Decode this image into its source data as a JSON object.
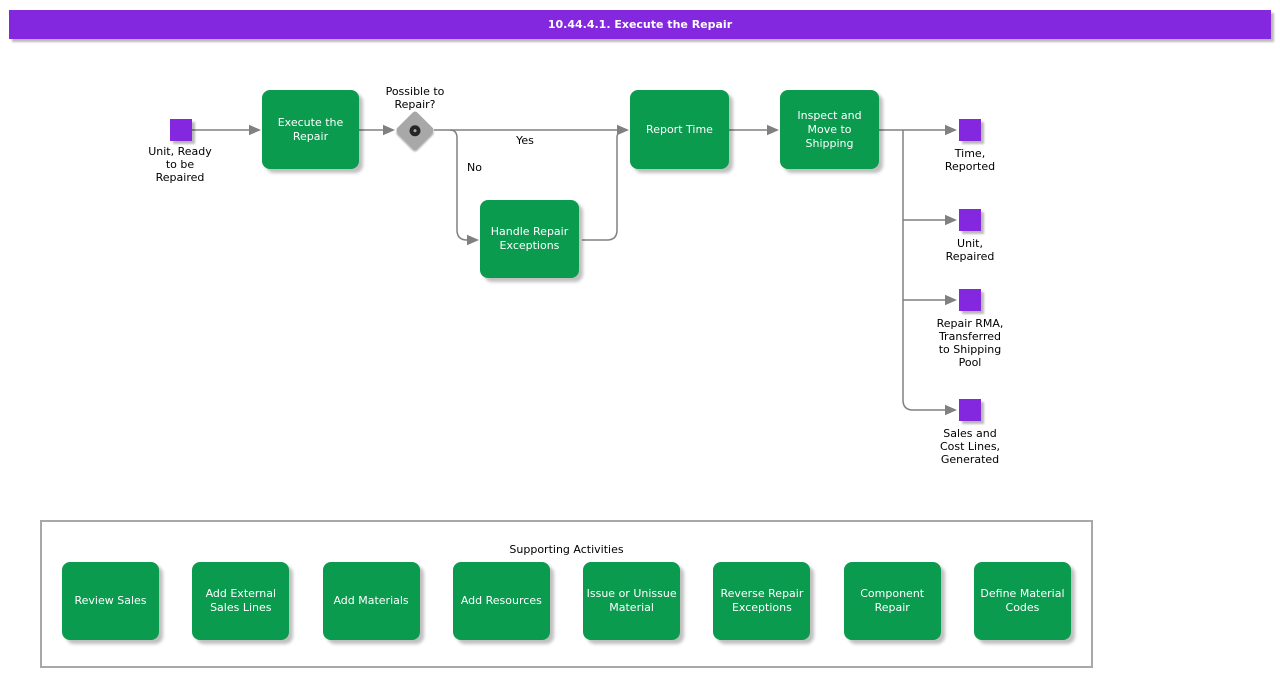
{
  "title_bar": {
    "text": "10.44.4.1. Execute the Repair"
  },
  "colors": {
    "accent_purple": "#8328DE",
    "task_green": "#0A9B4E",
    "connector_gray": "#808080",
    "gateway_gray": "#A8A8A8"
  },
  "flow": {
    "start_event": {
      "label": "Unit, Ready\nto be\nRepaired"
    },
    "gateway": {
      "question": "Possible to\nRepair?",
      "yes_label": "Yes",
      "no_label": "No"
    },
    "tasks": {
      "execute": "Execute the\nRepair",
      "handle_exceptions": "Handle Repair\nExceptions",
      "report_time": "Report Time",
      "inspect_move": "Inspect and\nMove to\nShipping"
    },
    "end_events": [
      {
        "label": "Time,\nReported"
      },
      {
        "label": "Unit,\nRepaired"
      },
      {
        "label": "Repair RMA,\nTransferred\nto Shipping\nPool"
      },
      {
        "label": "Sales and\nCost Lines,\nGenerated"
      }
    ]
  },
  "supporting": {
    "title": "Supporting Activities",
    "activities": [
      {
        "label": "Review Sales"
      },
      {
        "label": "Add External\nSales Lines"
      },
      {
        "label": "Add Materials"
      },
      {
        "label": "Add Resources"
      },
      {
        "label": "Issue or Unissue\nMaterial"
      },
      {
        "label": "Reverse Repair\nExceptions"
      },
      {
        "label": "Component\nRepair"
      },
      {
        "label": "Define Material\nCodes"
      }
    ]
  }
}
